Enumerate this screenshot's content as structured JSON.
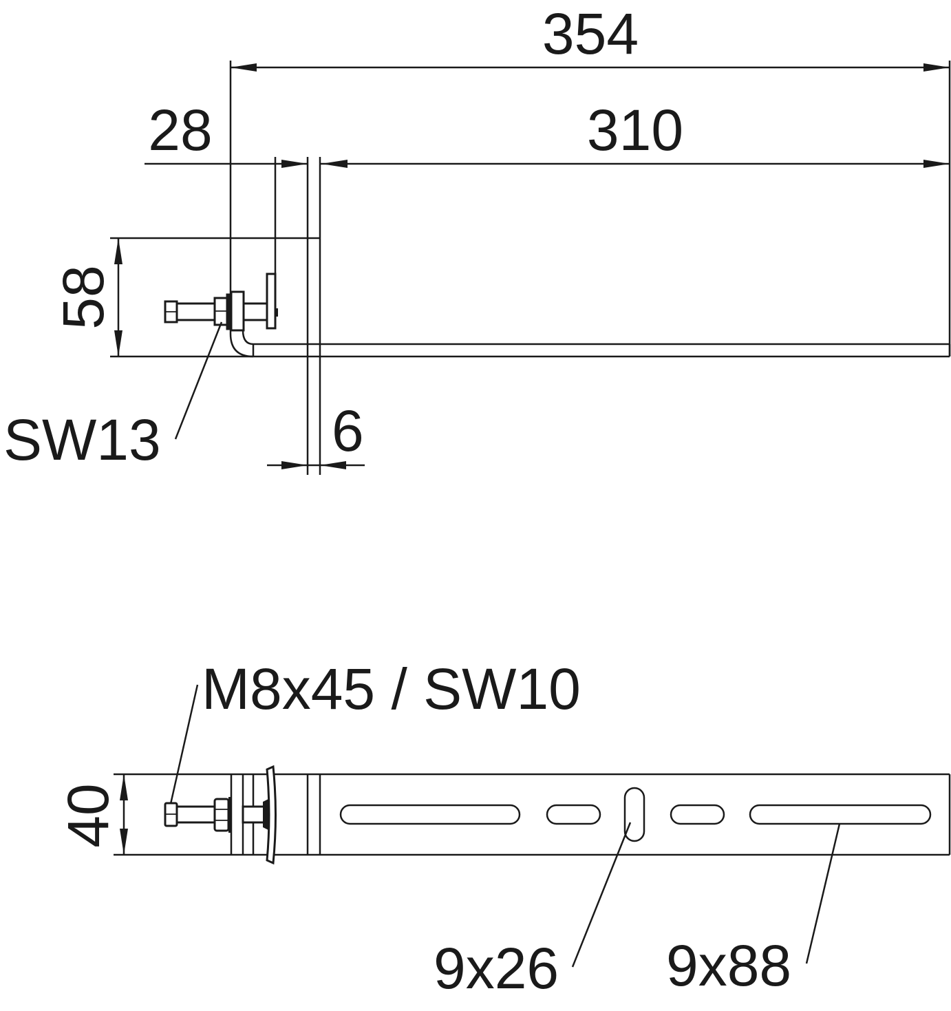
{
  "top_view": {
    "dim_overall_length": "354",
    "dim_arm_length": "310",
    "dim_offset": "28",
    "dim_height": "58",
    "dim_thickness": "6",
    "wrench_size_label": "SW13"
  },
  "bottom_view": {
    "bolt_label": "M8x45 / SW10",
    "dim_width": "40",
    "short_slot_label": "9x26",
    "long_slot_label": "9x88"
  }
}
